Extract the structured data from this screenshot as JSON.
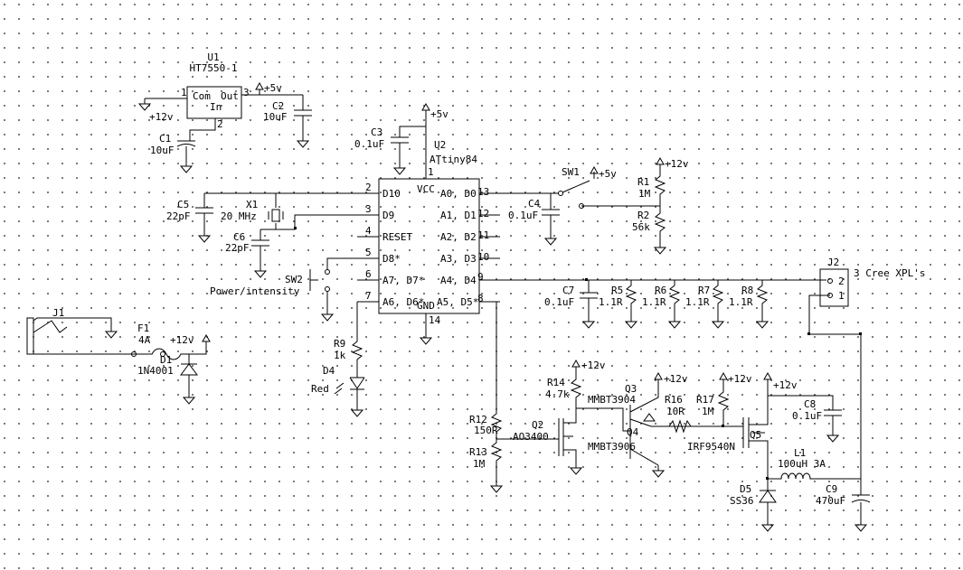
{
  "u1": {
    "ref": "U1",
    "value": "HT7550-1",
    "com": "Com",
    "out": "Out",
    "in": "In",
    "pin1": "1",
    "pin2": "2",
    "pin3": "3"
  },
  "rails": {
    "v5": "+5v",
    "v12": "+12v"
  },
  "c1": {
    "ref": "C1",
    "value": "10uF"
  },
  "c2": {
    "ref": "C2",
    "value": "10uF"
  },
  "c3": {
    "ref": "C3",
    "value": "0.1uF"
  },
  "c4": {
    "ref": "C4",
    "value": "0.1uF"
  },
  "c5": {
    "ref": "C5",
    "value": "22pF"
  },
  "c6": {
    "ref": "C6",
    "value": "22pF"
  },
  "c7": {
    "ref": "C7",
    "value": "0.1uF"
  },
  "c8": {
    "ref": "C8",
    "value": "0.1uF"
  },
  "c9": {
    "ref": "C9",
    "value": "470uF"
  },
  "x1": {
    "ref": "X1",
    "value": "20 MHz"
  },
  "u2": {
    "ref": "U2",
    "value": "ATtiny84",
    "pins_left": [
      {
        "num": "2",
        "name": "D10"
      },
      {
        "num": "3",
        "name": "D9"
      },
      {
        "num": "4",
        "name": "RESET"
      },
      {
        "num": "5",
        "name": "D8*"
      },
      {
        "num": "6",
        "name": "A7, D7*"
      },
      {
        "num": "7",
        "name": "A6, D6*"
      }
    ],
    "pins_right": [
      {
        "num": "13",
        "name": "A0, D0"
      },
      {
        "num": "12",
        "name": "A1, D1"
      },
      {
        "num": "11",
        "name": "A2, D2"
      },
      {
        "num": "10",
        "name": "A3, D3"
      },
      {
        "num": "9",
        "name": "A4, D4"
      },
      {
        "num": "8",
        "name": "A5, D5*"
      }
    ],
    "vcc": "VCC",
    "vcc_pin": "1",
    "gnd": "GND",
    "gnd_pin": "14"
  },
  "sw1": {
    "ref": "SW1"
  },
  "sw2": {
    "ref": "SW2",
    "label": "Power/intensity"
  },
  "r1": {
    "ref": "R1",
    "value": "1M"
  },
  "r2": {
    "ref": "R2",
    "value": "56k"
  },
  "r5": {
    "ref": "R5",
    "value": "1.1R"
  },
  "r6": {
    "ref": "R6",
    "value": "1.1R"
  },
  "r7": {
    "ref": "R7",
    "value": "1.1R"
  },
  "r8": {
    "ref": "R8",
    "value": "1.1R"
  },
  "r9": {
    "ref": "R9",
    "value": "1k"
  },
  "r12": {
    "ref": "R12",
    "value": "150R"
  },
  "r13": {
    "ref": "R13",
    "value": "1M"
  },
  "r14": {
    "ref": "R14",
    "value": "4.7k"
  },
  "r16": {
    "ref": "R16",
    "value": "10R"
  },
  "r17": {
    "ref": "R17",
    "value": "1M"
  },
  "j1": {
    "ref": "J1"
  },
  "j2": {
    "ref": "J2",
    "label": "3 Cree XPL's",
    "pin1": "1",
    "pin2": "2"
  },
  "f1": {
    "ref": "F1",
    "value": "4A"
  },
  "d1": {
    "ref": "D1",
    "value": "1N4001"
  },
  "d4": {
    "ref": "D4",
    "value": "Red"
  },
  "d5": {
    "ref": "D5",
    "value": "SS36"
  },
  "q2": {
    "ref": "Q2",
    "value": "AO3400"
  },
  "q3": {
    "ref": "Q3",
    "value": "MMBT3904"
  },
  "q4": {
    "ref": "Q4",
    "value": "MMBT3906"
  },
  "q5": {
    "ref": "Q5",
    "value": "IRF9540N"
  },
  "l1": {
    "ref": "L1",
    "value": "100uH 3A"
  }
}
